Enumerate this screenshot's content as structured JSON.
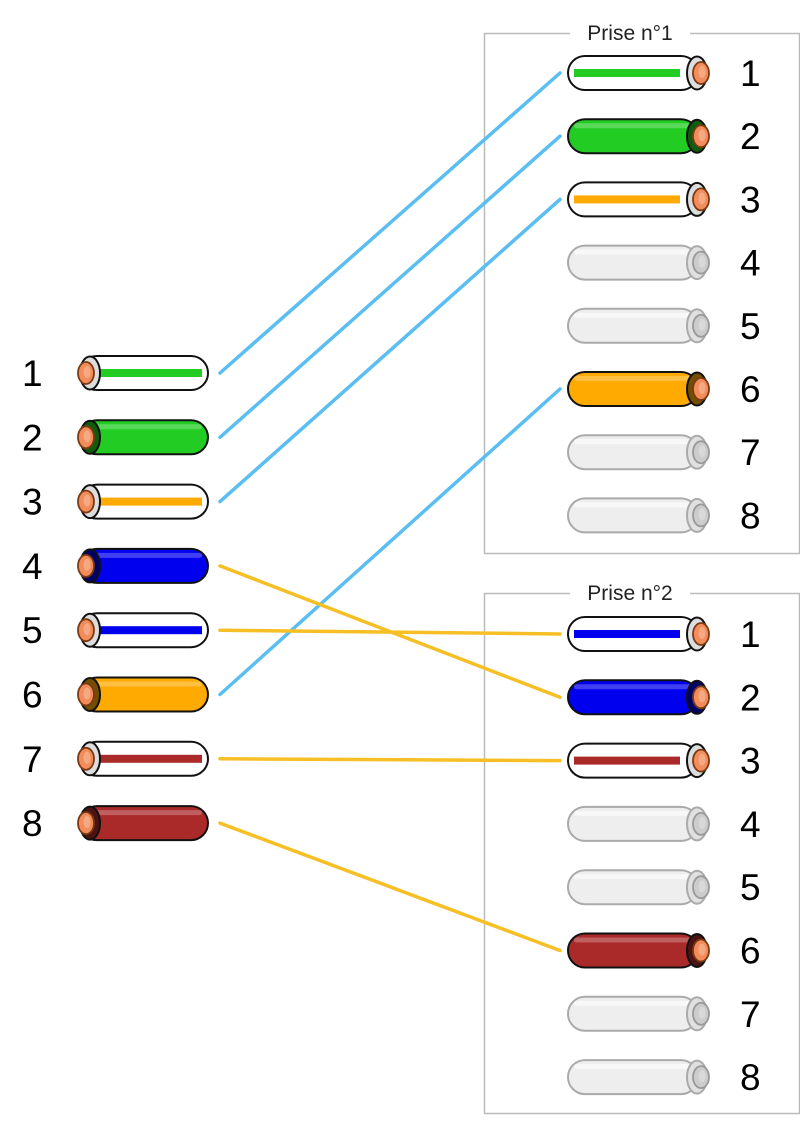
{
  "colors": {
    "white": "#ffffff",
    "green": "#22cc22",
    "orange": "#ffaa00",
    "blue": "#0000ee",
    "brown": "#aa2a2a",
    "unused": "#eeeeee",
    "copper": "#f28c5a",
    "line_pair_a": "#5bbef2",
    "line_pair_b": "#f7bf26",
    "box_border": "#bbbbbb"
  },
  "cable": {
    "wires": [
      {
        "label": "1",
        "base": "white",
        "stripe": "green"
      },
      {
        "label": "2",
        "base": "green",
        "stripe": null
      },
      {
        "label": "3",
        "base": "white",
        "stripe": "orange"
      },
      {
        "label": "4",
        "base": "blue",
        "stripe": null
      },
      {
        "label": "5",
        "base": "white",
        "stripe": "blue"
      },
      {
        "label": "6",
        "base": "orange",
        "stripe": null
      },
      {
        "label": "7",
        "base": "white",
        "stripe": "brown"
      },
      {
        "label": "8",
        "base": "brown",
        "stripe": null
      }
    ]
  },
  "sockets": [
    {
      "title": "Prise n°1",
      "pins": [
        {
          "label": "1",
          "base": "white",
          "stripe": "green",
          "used": true
        },
        {
          "label": "2",
          "base": "green",
          "stripe": null,
          "used": true
        },
        {
          "label": "3",
          "base": "white",
          "stripe": "orange",
          "used": true
        },
        {
          "label": "4",
          "base": "unused",
          "stripe": null,
          "used": false
        },
        {
          "label": "5",
          "base": "unused",
          "stripe": null,
          "used": false
        },
        {
          "label": "6",
          "base": "orange",
          "stripe": null,
          "used": true
        },
        {
          "label": "7",
          "base": "unused",
          "stripe": null,
          "used": false
        },
        {
          "label": "8",
          "base": "unused",
          "stripe": null,
          "used": false
        }
      ]
    },
    {
      "title": "Prise n°2",
      "pins": [
        {
          "label": "1",
          "base": "white",
          "stripe": "blue",
          "used": true
        },
        {
          "label": "2",
          "base": "blue",
          "stripe": null,
          "used": true
        },
        {
          "label": "3",
          "base": "white",
          "stripe": "brown",
          "used": true
        },
        {
          "label": "4",
          "base": "unused",
          "stripe": null,
          "used": false
        },
        {
          "label": "5",
          "base": "unused",
          "stripe": null,
          "used": false
        },
        {
          "label": "6",
          "base": "brown",
          "stripe": null,
          "used": true
        },
        {
          "label": "7",
          "base": "unused",
          "stripe": null,
          "used": false
        },
        {
          "label": "8",
          "base": "unused",
          "stripe": null,
          "used": false
        }
      ]
    }
  ],
  "connections": [
    {
      "wire": 1,
      "socket": 1,
      "pin": 1,
      "line": "line_pair_a"
    },
    {
      "wire": 2,
      "socket": 1,
      "pin": 2,
      "line": "line_pair_a"
    },
    {
      "wire": 3,
      "socket": 1,
      "pin": 3,
      "line": "line_pair_a"
    },
    {
      "wire": 6,
      "socket": 1,
      "pin": 6,
      "line": "line_pair_a"
    },
    {
      "wire": 4,
      "socket": 2,
      "pin": 2,
      "line": "line_pair_b"
    },
    {
      "wire": 5,
      "socket": 2,
      "pin": 1,
      "line": "line_pair_b"
    },
    {
      "wire": 7,
      "socket": 2,
      "pin": 3,
      "line": "line_pair_b"
    },
    {
      "wire": 8,
      "socket": 2,
      "pin": 6,
      "line": "line_pair_b"
    }
  ]
}
